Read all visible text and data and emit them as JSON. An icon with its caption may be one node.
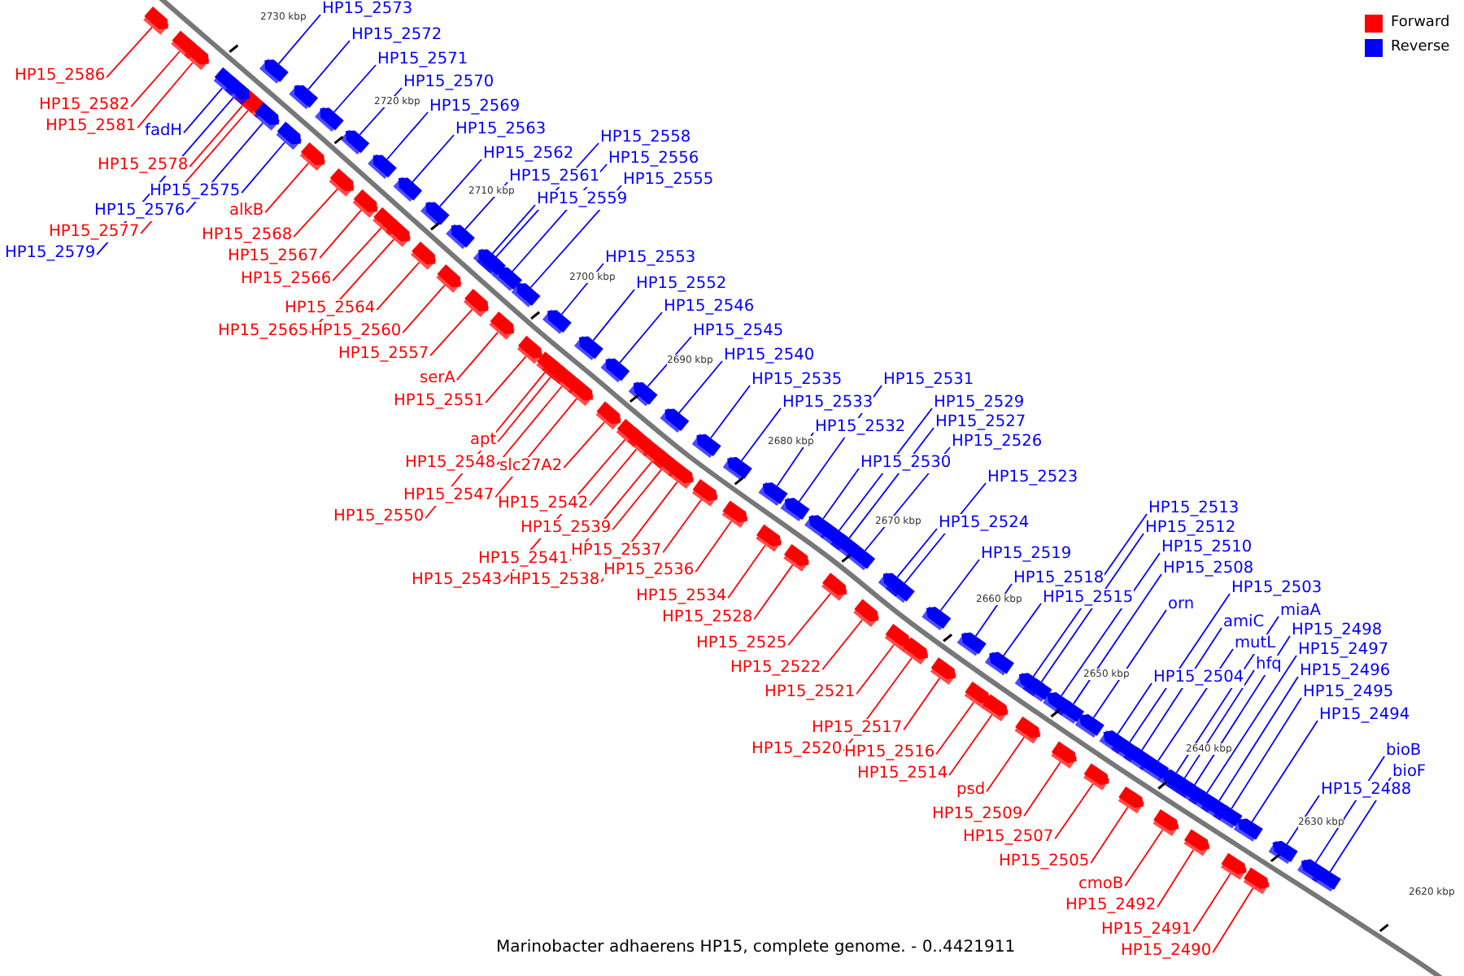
{
  "diagram": {
    "caption": "Marinobacter adhaerens HP15, complete genome. - 0..4421911",
    "nodes": [
      {
        "text": [
          "HP15_2586"
        ]
      },
      {
        "text": [
          "HP15_2582"
        ]
      },
      {
        "text": [
          "HP15_2581"
        ]
      },
      {
        "text": [
          "HP15_2578"
        ]
      },
      {
        "text": [
          "HP15_2577"
        ]
      },
      {
        "text": [
          "alkB"
        ]
      },
      {
        "text": [
          "HP15_2568"
        ]
      },
      {
        "text": [
          "HP15_2567"
        ]
      },
      {
        "text": [
          "HP15_2566"
        ]
      },
      {
        "text": [
          "HP15_2564"
        ]
      },
      {
        "text": [
          "HP15_2565"
        ]
      },
      {
        "text": [
          "HP15_2560"
        ]
      },
      {
        "text": [
          "HP15_2557"
        ]
      },
      {
        "text": [
          "serA"
        ]
      },
      {
        "text": [
          "HP15_2551"
        ]
      },
      {
        "text": [
          "apt"
        ]
      },
      {
        "text": [
          "HP15_2548"
        ]
      },
      {
        "text": [
          "slc27A2"
        ]
      },
      {
        "text": [
          "HP15_2547"
        ]
      },
      {
        "text": [
          "HP15_2550"
        ]
      },
      {
        "text": [
          "HP15_2542"
        ]
      },
      {
        "text": [
          "HP15_2539"
        ]
      },
      {
        "text": [
          "HP15_2541"
        ]
      },
      {
        "text": [
          "HP15_2537"
        ]
      },
      {
        "text": [
          "HP15_2543"
        ]
      },
      {
        "text": [
          "HP15_2538"
        ]
      },
      {
        "text": [
          "HP15_2536"
        ]
      },
      {
        "text": [
          "HP15_2534"
        ]
      },
      {
        "text": [
          "HP15_2528"
        ]
      },
      {
        "text": [
          "HP15_2525"
        ]
      },
      {
        "text": [
          "HP15_2522"
        ]
      },
      {
        "text": [
          "HP15_2521"
        ]
      },
      {
        "text": [
          "HP15_2517"
        ]
      },
      {
        "text": [
          "HP15_2520"
        ]
      },
      {
        "text": [
          "HP15_2516"
        ]
      },
      {
        "text": [
          "HP15_2514"
        ]
      },
      {
        "text": [
          "psd"
        ]
      },
      {
        "text": [
          "HP15_2509"
        ]
      },
      {
        "text": [
          "HP15_2507"
        ]
      },
      {
        "text": [
          "HP15_2505"
        ]
      },
      {
        "text": [
          "cmoB"
        ]
      },
      {
        "text": [
          "HP15_2492"
        ]
      },
      {
        "text": [
          "HP15_2491"
        ]
      },
      {
        "text": [
          "HP15_2490"
        ]
      },
      {
        "text": [
          "fadH"
        ]
      },
      {
        "text": [
          "HP15_2575"
        ]
      },
      {
        "text": [
          "HP15_2576"
        ]
      },
      {
        "text": [
          "HP15_2579"
        ]
      },
      {
        "text": [
          "HP15_2573"
        ]
      },
      {
        "text": [
          "HP15_2572"
        ]
      },
      {
        "text": [
          "HP15_2571"
        ]
      },
      {
        "text": [
          "HP15_2570"
        ]
      },
      {
        "text": [
          "HP15_2569"
        ]
      },
      {
        "text": [
          "HP15_2563"
        ]
      },
      {
        "text": [
          "HP15_2562"
        ]
      },
      {
        "text": [
          "HP15_2561"
        ]
      },
      {
        "text": [
          "HP15_2559"
        ]
      },
      {
        "text": [
          "HP15_2558"
        ]
      },
      {
        "text": [
          "HP15_2556"
        ]
      },
      {
        "text": [
          "HP15_2555"
        ]
      },
      {
        "text": [
          "HP15_2553"
        ]
      },
      {
        "text": [
          "HP15_2552"
        ]
      },
      {
        "text": [
          "HP15_2546"
        ]
      },
      {
        "text": [
          "HP15_2545"
        ]
      },
      {
        "text": [
          "HP15_2540"
        ]
      },
      {
        "text": [
          "HP15_2535"
        ]
      },
      {
        "text": [
          "HP15_2533"
        ]
      },
      {
        "text": [
          "HP15_2532"
        ]
      },
      {
        "text": [
          "HP15_2531"
        ]
      },
      {
        "text": [
          "HP15_2529"
        ]
      },
      {
        "text": [
          "HP15_2527"
        ]
      },
      {
        "text": [
          "HP15_2526"
        ]
      },
      {
        "text": [
          "HP15_2530"
        ]
      },
      {
        "text": [
          "HP15_2523"
        ]
      },
      {
        "text": [
          "HP15_2524"
        ]
      },
      {
        "text": [
          "HP15_2519"
        ]
      },
      {
        "text": [
          "HP15_2518"
        ]
      },
      {
        "text": [
          "HP15_2515"
        ]
      },
      {
        "text": [
          "HP15_2513"
        ]
      },
      {
        "text": [
          "HP15_2512"
        ]
      },
      {
        "text": [
          "HP15_2510"
        ]
      },
      {
        "text": [
          "HP15_2508"
        ]
      },
      {
        "text": [
          "orn"
        ]
      },
      {
        "text": [
          "HP15_2503"
        ]
      },
      {
        "text": [
          "amiC"
        ]
      },
      {
        "text": [
          "miaA"
        ]
      },
      {
        "text": [
          "mutL"
        ]
      },
      {
        "text": [
          "hfq"
        ]
      },
      {
        "text": [
          "HP15_2504"
        ]
      },
      {
        "text": [
          "HP15_2498"
        ]
      },
      {
        "text": [
          "HP15_2497"
        ]
      },
      {
        "text": [
          "HP15_2496"
        ]
      },
      {
        "text": [
          "HP15_2495"
        ]
      },
      {
        "text": [
          "HP15_2494"
        ]
      },
      {
        "text": [
          "bioB"
        ]
      },
      {
        "text": [
          "bioF"
        ]
      },
      {
        "text": [
          "HP15_2488"
        ]
      },
      {
        "text": [],
        "shape": "box"
      },
      {
        "text": [],
        "shape": "box"
      },
      {
        "text": [],
        "shape": "box"
      },
      {
        "text": [],
        "shape": "box"
      },
      {
        "text": [],
        "shape": "box"
      },
      {
        "text": [],
        "shape": "box"
      },
      {
        "text": [],
        "shape": "box"
      },
      {
        "text": [],
        "shape": "box"
      },
      {
        "text": [],
        "shape": "box"
      },
      {
        "text": [],
        "shape": "box"
      },
      {
        "text": [],
        "shape": "box"
      },
      {
        "text": [],
        "shape": "box"
      },
      {
        "text": [],
        "shape": "box"
      },
      {
        "text": [],
        "shape": "box"
      },
      {
        "text": [],
        "shape": "box"
      },
      {
        "text": [],
        "shape": "box"
      },
      {
        "text": [],
        "shape": "box"
      },
      {
        "text": [],
        "shape": "box"
      },
      {
        "text": [],
        "shape": "box"
      },
      {
        "text": [],
        "shape": "box"
      },
      {
        "text": [],
        "shape": "box"
      },
      {
        "text": [],
        "shape": "box"
      },
      {
        "text": [],
        "shape": "box"
      },
      {
        "text": [],
        "shape": "box"
      },
      {
        "text": [],
        "shape": "box"
      },
      {
        "text": [],
        "shape": "box"
      },
      {
        "text": [],
        "shape": "box"
      },
      {
        "text": [],
        "shape": "box"
      },
      {
        "text": [],
        "shape": "box"
      },
      {
        "text": [],
        "shape": "box"
      },
      {
        "text": [],
        "shape": "box"
      },
      {
        "text": [],
        "shape": "box"
      },
      {
        "text": [],
        "shape": "box"
      },
      {
        "text": [],
        "shape": "box"
      },
      {
        "text": [],
        "shape": "box"
      },
      {
        "text": [],
        "shape": "box"
      },
      {
        "text": [],
        "shape": "box"
      },
      {
        "text": [],
        "shape": "box"
      },
      {
        "text": [],
        "shape": "box"
      },
      {
        "text": [],
        "shape": "box"
      },
      {
        "text": [],
        "shape": "box"
      },
      {
        "text": [],
        "shape": "box"
      },
      {
        "text": [],
        "shape": "box"
      },
      {
        "text": [],
        "shape": "box"
      },
      {
        "text": [],
        "shape": "box"
      },
      {
        "text": [],
        "shape": "box"
      },
      {
        "text": [],
        "shape": "box"
      },
      {
        "text": [],
        "shape": "box"
      },
      {
        "text": [],
        "shape": "box"
      },
      {
        "text": [],
        "shape": "box"
      },
      {
        "text": [],
        "shape": "box"
      },
      {
        "text": [],
        "shape": "box"
      },
      {
        "text": [],
        "shape": "box"
      },
      {
        "text": [],
        "shape": "box"
      },
      {
        "text": [],
        "shape": "box"
      },
      {
        "text": [],
        "shape": "box"
      },
      {
        "text": [],
        "shape": "box"
      },
      {
        "text": [],
        "shape": "box"
      },
      {
        "text": [],
        "shape": "box"
      },
      {
        "text": [],
        "shape": "box"
      },
      {
        "text": [],
        "shape": "box"
      },
      {
        "text": [],
        "shape": "box"
      },
      {
        "text": [],
        "shape": "box"
      },
      {
        "text": [],
        "shape": "box"
      },
      {
        "text": [],
        "shape": "box"
      },
      {
        "text": [],
        "shape": "box"
      },
      {
        "text": [],
        "shape": "box"
      },
      {
        "text": [],
        "shape": "box"
      },
      {
        "text": [],
        "shape": "box"
      },
      {
        "text": [],
        "shape": "box"
      },
      {
        "text": [],
        "shape": "box"
      },
      {
        "text": [],
        "shape": "box"
      },
      {
        "text": [],
        "shape": "box"
      },
      {
        "text": [],
        "shape": "box"
      },
      {
        "text": [],
        "shape": "box"
      },
      {
        "text": [],
        "shape": "box"
      },
      {
        "text": [],
        "shape": "box"
      },
      {
        "text": [],
        "shape": "box"
      },
      {
        "text": [],
        "shape": "box"
      },
      {
        "text": [],
        "shape": "box"
      },
      {
        "text": [],
        "shape": "box"
      },
      {
        "text": [],
        "shape": "box"
      },
      {
        "text": [],
        "shape": "box"
      },
      {
        "text": [],
        "shape": "box"
      },
      {
        "text": [],
        "shape": "box"
      },
      {
        "text": [],
        "shape": "box"
      },
      {
        "text": [],
        "shape": "box"
      },
      {
        "text": [],
        "shape": "box"
      },
      {
        "text": [],
        "shape": "box"
      },
      {
        "text": [],
        "shape": "box"
      },
      {
        "text": [],
        "shape": "box"
      },
      {
        "text": [],
        "shape": "box"
      },
      {
        "text": [],
        "shape": "box"
      },
      {
        "text": [],
        "shape": "box"
      },
      {
        "text": [],
        "shape": "box"
      },
      {
        "text": [],
        "shape": "box"
      },
      {
        "text": [],
        "shape": "box"
      }
    ],
    "edges": [
      {
        "from": 0,
        "to": 97,
        "arrow": "none",
        "color": "#ff0000"
      },
      {
        "from": 1,
        "to": 98,
        "arrow": "none",
        "color": "#ff0000"
      },
      {
        "from": 2,
        "to": 99,
        "arrow": "none",
        "color": "#ff0000"
      },
      {
        "from": 3,
        "to": 100,
        "arrow": "none",
        "color": "#ff0000"
      },
      {
        "from": 4,
        "to": 101,
        "arrow": "none",
        "color": "#ff0000"
      },
      {
        "from": 5,
        "to": 102,
        "arrow": "none",
        "color": "#ff0000"
      },
      {
        "from": 6,
        "to": 103,
        "arrow": "none",
        "color": "#ff0000"
      },
      {
        "from": 7,
        "to": 104,
        "arrow": "none",
        "color": "#ff0000"
      },
      {
        "from": 8,
        "to": 105,
        "arrow": "none",
        "color": "#ff0000"
      },
      {
        "from": 9,
        "to": 106,
        "arrow": "none",
        "color": "#ff0000"
      },
      {
        "from": 10,
        "to": 107,
        "arrow": "none",
        "color": "#ff0000"
      },
      {
        "from": 11,
        "to": 108,
        "arrow": "none",
        "color": "#ff0000"
      },
      {
        "from": 12,
        "to": 109,
        "arrow": "none",
        "color": "#ff0000"
      },
      {
        "from": 13,
        "to": 110,
        "arrow": "none",
        "color": "#ff0000"
      },
      {
        "from": 14,
        "to": 111,
        "arrow": "none",
        "color": "#ff0000"
      },
      {
        "from": 15,
        "to": 112,
        "arrow": "none",
        "color": "#ff0000"
      },
      {
        "from": 16,
        "to": 113,
        "arrow": "none",
        "color": "#ff0000"
      },
      {
        "from": 17,
        "to": 114,
        "arrow": "none",
        "color": "#ff0000"
      },
      {
        "from": 18,
        "to": 115,
        "arrow": "none",
        "color": "#ff0000"
      },
      {
        "from": 19,
        "to": 116,
        "arrow": "none",
        "color": "#ff0000"
      },
      {
        "from": 20,
        "to": 117,
        "arrow": "none",
        "color": "#ff0000"
      },
      {
        "from": 21,
        "to": 118,
        "arrow": "none",
        "color": "#ff0000"
      },
      {
        "from": 22,
        "to": 119,
        "arrow": "none",
        "color": "#ff0000"
      },
      {
        "from": 23,
        "to": 120,
        "arrow": "none",
        "color": "#ff0000"
      },
      {
        "from": 24,
        "to": 121,
        "arrow": "none",
        "color": "#ff0000"
      },
      {
        "from": 25,
        "to": 122,
        "arrow": "none",
        "color": "#ff0000"
      },
      {
        "from": 26,
        "to": 123,
        "arrow": "none",
        "color": "#ff0000"
      },
      {
        "from": 27,
        "to": 124,
        "arrow": "none",
        "color": "#ff0000"
      },
      {
        "from": 28,
        "to": 125,
        "arrow": "none",
        "color": "#ff0000"
      },
      {
        "from": 29,
        "to": 126,
        "arrow": "none",
        "color": "#ff0000"
      },
      {
        "from": 30,
        "to": 127,
        "arrow": "none",
        "color": "#ff0000"
      },
      {
        "from": 31,
        "to": 128,
        "arrow": "none",
        "color": "#ff0000"
      },
      {
        "from": 32,
        "to": 129,
        "arrow": "none",
        "color": "#ff0000"
      },
      {
        "from": 33,
        "to": 130,
        "arrow": "none",
        "color": "#ff0000"
      },
      {
        "from": 34,
        "to": 131,
        "arrow": "none",
        "color": "#ff0000"
      },
      {
        "from": 35,
        "to": 132,
        "arrow": "none",
        "color": "#ff0000"
      },
      {
        "from": 36,
        "to": 133,
        "arrow": "none",
        "color": "#ff0000"
      },
      {
        "from": 37,
        "to": 134,
        "arrow": "none",
        "color": "#ff0000"
      },
      {
        "from": 38,
        "to": 135,
        "arrow": "none",
        "color": "#ff0000"
      },
      {
        "from": 39,
        "to": 136,
        "arrow": "none",
        "color": "#ff0000"
      },
      {
        "from": 40,
        "to": 137,
        "arrow": "none",
        "color": "#ff0000"
      },
      {
        "from": 41,
        "to": 138,
        "arrow": "none",
        "color": "#ff0000"
      },
      {
        "from": 42,
        "to": 139,
        "arrow": "none",
        "color": "#ff0000"
      },
      {
        "from": 43,
        "to": 140,
        "arrow": "none",
        "color": "#ff0000"
      },
      {
        "from": 44,
        "to": 141,
        "arrow": "none"
      },
      {
        "from": 45,
        "to": 142,
        "arrow": "none"
      },
      {
        "from": 46,
        "to": 143,
        "arrow": "none"
      },
      {
        "from": 47,
        "to": 144,
        "arrow": "none"
      },
      {
        "from": 48,
        "to": 145,
        "arrow": "none"
      },
      {
        "from": 49,
        "to": 146,
        "arrow": "none"
      },
      {
        "from": 50,
        "to": 147,
        "arrow": "none"
      },
      {
        "from": 51,
        "to": 148,
        "arrow": "none"
      },
      {
        "from": 52,
        "to": 149,
        "arrow": "none"
      },
      {
        "from": 53,
        "to": 150,
        "arrow": "none"
      },
      {
        "from": 54,
        "to": 151,
        "arrow": "none"
      },
      {
        "from": 55,
        "to": 152,
        "arrow": "none"
      },
      {
        "from": 56,
        "to": 153,
        "arrow": "none"
      },
      {
        "from": 57,
        "to": 154,
        "arrow": "none"
      },
      {
        "from": 58,
        "to": 155,
        "arrow": "none"
      },
      {
        "from": 59,
        "to": 156,
        "arrow": "none"
      },
      {
        "from": 60,
        "to": 157,
        "arrow": "none"
      },
      {
        "from": 61,
        "to": 158,
        "arrow": "none"
      },
      {
        "from": 62,
        "to": 159,
        "arrow": "none"
      },
      {
        "from": 63,
        "to": 160,
        "arrow": "none"
      },
      {
        "from": 64,
        "to": 161,
        "arrow": "none"
      },
      {
        "from": 65,
        "to": 162,
        "arrow": "none"
      },
      {
        "from": 66,
        "to": 163,
        "arrow": "none"
      },
      {
        "from": 67,
        "to": 164,
        "arrow": "none"
      },
      {
        "from": 68,
        "to": 165,
        "arrow": "none"
      },
      {
        "from": 69,
        "to": 166,
        "arrow": "none"
      },
      {
        "from": 70,
        "to": 167,
        "arrow": "none"
      },
      {
        "from": 71,
        "to": 168,
        "arrow": "none"
      },
      {
        "from": 72,
        "to": 169,
        "arrow": "none"
      },
      {
        "from": 73,
        "to": 170,
        "arrow": "none"
      },
      {
        "from": 74,
        "to": 171,
        "arrow": "none"
      },
      {
        "from": 75,
        "to": 172,
        "arrow": "none"
      },
      {
        "from": 76,
        "to": 173,
        "arrow": "none"
      },
      {
        "from": 77,
        "to": 174,
        "arrow": "none"
      },
      {
        "from": 78,
        "to": 175,
        "arrow": "none"
      },
      {
        "from": 79,
        "to": 176,
        "arrow": "none"
      },
      {
        "from": 80,
        "to": 177,
        "arrow": "none"
      },
      {
        "from": 81,
        "to": 178,
        "arrow": "none"
      },
      {
        "from": 82,
        "to": 179,
        "arrow": "none"
      },
      {
        "from": 83,
        "to": 180,
        "arrow": "none"
      },
      {
        "from": 84,
        "to": 181,
        "arrow": "none"
      },
      {
        "from": 85,
        "to": 182,
        "arrow": "none"
      },
      {
        "from": 86,
        "to": 183,
        "arrow": "none"
      },
      {
        "from": 87,
        "to": 184,
        "arrow": "none"
      },
      {
        "from": 88,
        "to": 185,
        "arrow": "none"
      },
      {
        "from": 89,
        "to": 186,
        "arrow": "none"
      },
      {
        "from": 90,
        "to": 187,
        "arrow": "none"
      },
      {
        "from": 91,
        "to": 188,
        "arrow": "none"
      },
      {
        "from": 92,
        "to": 189,
        "arrow": "none"
      },
      {
        "from": 93,
        "to": 190,
        "arrow": "none"
      },
      {
        "from": 94,
        "to": 191,
        "arrow": "none"
      },
      {
        "from": 95,
        "to": 192,
        "arrow": "none"
      },
      {
        "from": 96,
        "to": 193,
        "arrow": "none"
      }
    ],
    "labels": [
      "2730 kbp",
      "2720 kbp",
      "2710 kbp",
      "2700 kbp",
      "2690 kbp",
      "2680 kbp",
      "2670 kbp",
      "2660 kbp",
      "2650 kbp",
      "2640 kbp",
      "2630 kbp",
      "2620 kbp"
    ],
    "legend": [
      {
        "text": "Forward",
        "color": "#ff0000"
      },
      {
        "text": "Reverse",
        "color": "#0000ff"
      }
    ]
  }
}
